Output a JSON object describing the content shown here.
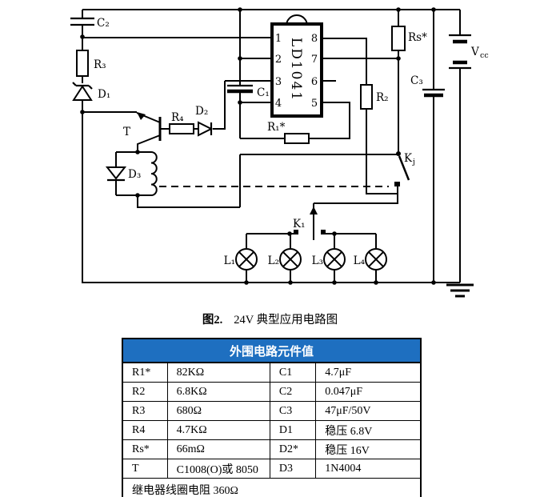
{
  "figure": {
    "caption_label": "图2.",
    "caption_text": "24V 典型应用电路图"
  },
  "circuit": {
    "ic": {
      "name": "LD1041",
      "pins_left": [
        "1",
        "2",
        "3",
        "4"
      ],
      "pins_right": [
        "8",
        "7",
        "6",
        "5"
      ]
    },
    "labels": {
      "c2": "C₂",
      "r3": "R₃",
      "d1": "D₁",
      "t": "T",
      "r4": "R₄",
      "d2": "D₂",
      "c1": "C₁",
      "r1": "R₁*",
      "r2": "R₂",
      "rs": "Rs*",
      "c3": "C₃",
      "vcc_main": "V",
      "vcc_sub": "cc",
      "kj_main": "K",
      "kj_sub": "j",
      "k1": "K₁",
      "d3": "D₃",
      "l1": "L₁",
      "l2": "L₂",
      "l3": "L₃",
      "l4": "L₄"
    }
  },
  "table": {
    "title": "外围电路元件值",
    "rows": [
      [
        "R1*",
        "82KΩ",
        "C1",
        "4.7μF"
      ],
      [
        "R2",
        "6.8KΩ",
        "C2",
        "0.047μF"
      ],
      [
        "R3",
        "680Ω",
        "C3",
        "47μF/50V"
      ],
      [
        "R4",
        "4.7KΩ",
        "D1",
        "稳压 6.8V"
      ],
      [
        "Rs*",
        "66mΩ",
        "D2*",
        "稳压 16V"
      ],
      [
        "T",
        "C1008(O)或 8050",
        "D3",
        "1N4004"
      ]
    ],
    "footer": "继电器线圈电阻 360Ω"
  },
  "colors": {
    "table_header_bg": "#1e6fc0",
    "table_header_text": "#ffffff",
    "line_color": "#000000"
  }
}
